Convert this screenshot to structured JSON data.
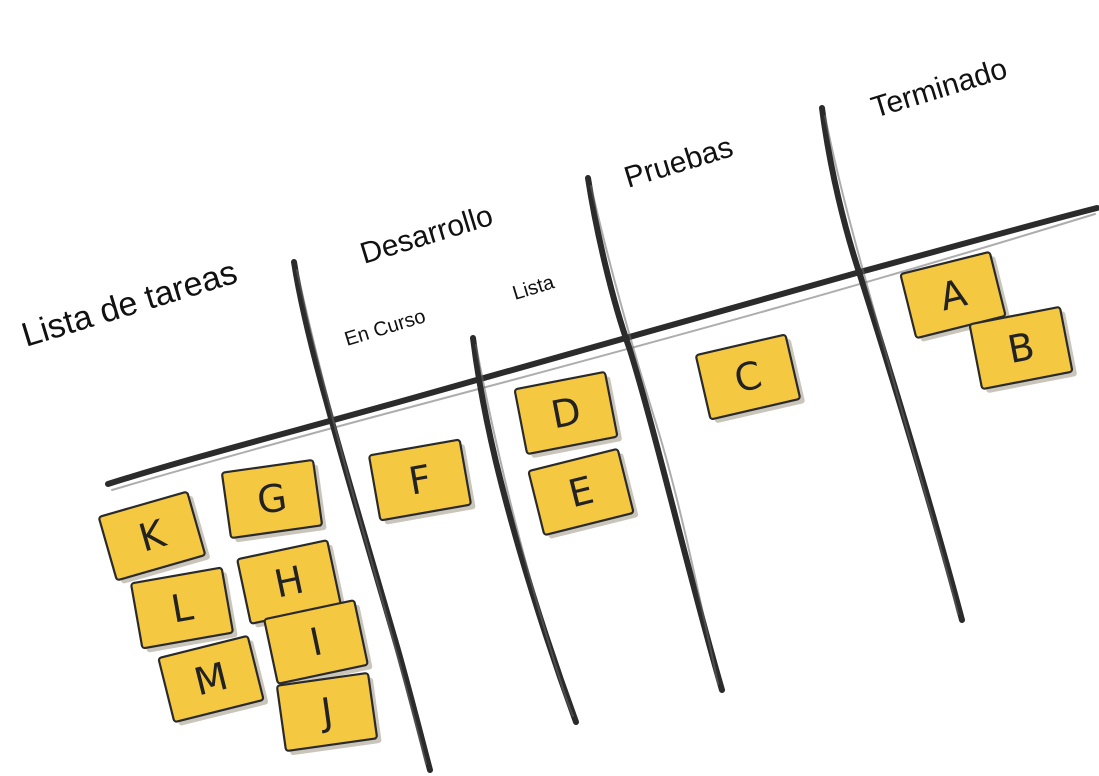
{
  "headers": {
    "backlog": "Lista de tareas",
    "development": "Desarrollo",
    "in_progress": "En Curso",
    "ready": "Lista",
    "testing": "Pruebas",
    "done": "Terminado"
  },
  "cards": {
    "backlog": [
      "K",
      "G",
      "L",
      "H",
      "M",
      "I",
      "J"
    ],
    "in_progress": [
      "F"
    ],
    "ready": [
      "D",
      "E"
    ],
    "testing": [
      "C"
    ],
    "done": [
      "A",
      "B"
    ]
  },
  "colors": {
    "note_fill": "#f5c842",
    "ink": "#2b2b2b"
  }
}
